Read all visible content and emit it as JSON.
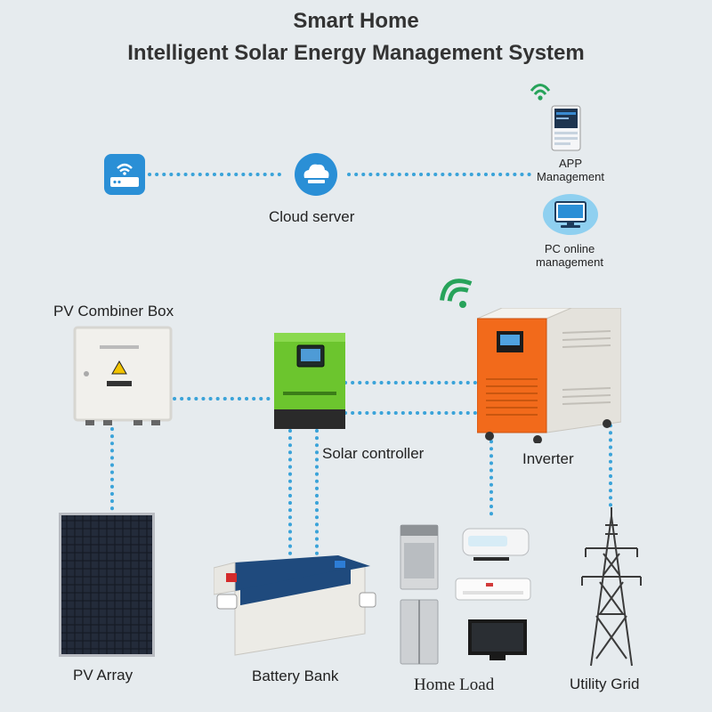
{
  "title": {
    "line1": "Smart Home",
    "line2": "Intelligent Solar Energy Management System"
  },
  "labels": {
    "cloud_server": "Cloud server",
    "app_line1": "APP",
    "app_line2": "Management",
    "pc_line1": "PC online",
    "pc_line2": "management",
    "pv_combiner_box": "PV Combiner Box",
    "solar_controller": "Solar controller",
    "inverter": "Inverter",
    "pv_array": "PV Array",
    "battery_bank": "Battery Bank",
    "home_load": "Home Load",
    "utility_grid": "Utility Grid"
  },
  "colors": {
    "background": "#e6ebee",
    "wire": "#3aa3d9",
    "icon_blue": "#2a8fd6",
    "inverter_orange": "#f26a1b",
    "controller_green": "#6cc52e"
  },
  "icons": [
    "router-icon",
    "cloud-icon",
    "wifi-icon",
    "phone-icon",
    "monitor-icon"
  ]
}
